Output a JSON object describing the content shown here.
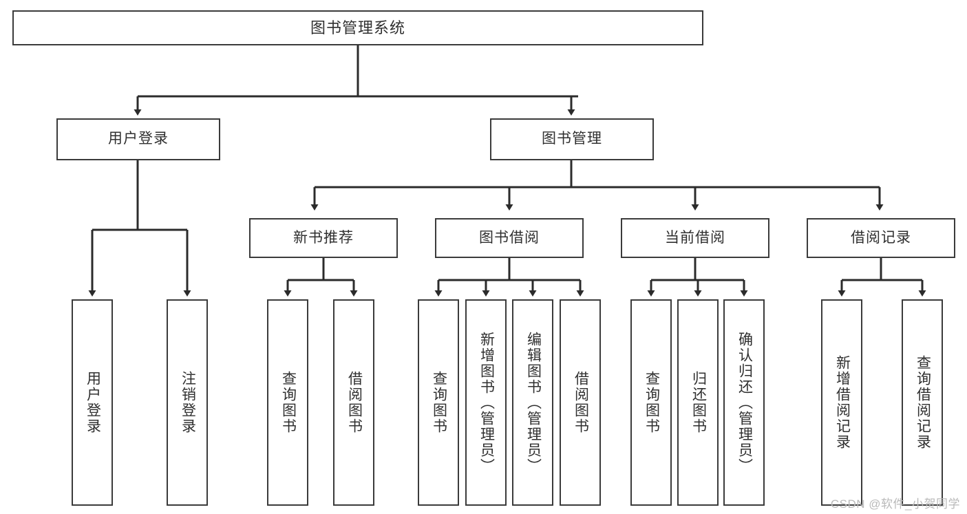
{
  "diagram": {
    "title": "图书管理系统",
    "type": "tree-hierarchy-chart",
    "watermark": "CSDN @软件_小贺同学",
    "colors": {
      "background": "#ffffff",
      "border": "#3a3a3a",
      "text": "#2f2f2f",
      "connector": "#2b2b2b",
      "watermark": "#b9b9b9"
    },
    "root": {
      "label": "图书管理系统"
    },
    "level1": [
      {
        "id": "user-login",
        "label": "用户登录"
      },
      {
        "id": "book-management",
        "label": "图书管理"
      }
    ],
    "level2": [
      {
        "id": "new-book-recommend",
        "label": "新书推荐",
        "parent": "book-management"
      },
      {
        "id": "book-borrow",
        "label": "图书借阅",
        "parent": "book-management"
      },
      {
        "id": "current-borrow",
        "label": "当前借阅",
        "parent": "book-management"
      },
      {
        "id": "borrow-record",
        "label": "借阅记录",
        "parent": "book-management"
      }
    ],
    "leaves": {
      "user-login": [
        {
          "id": "leaf-user-login",
          "label": "用户登录"
        },
        {
          "id": "leaf-user-logout",
          "label": "注销登录"
        }
      ],
      "new-book-recommend": [
        {
          "id": "leaf-query-book-1",
          "label": "查询图书"
        },
        {
          "id": "leaf-borrow-book-1",
          "label": "借阅图书"
        }
      ],
      "book-borrow": [
        {
          "id": "leaf-query-book-2",
          "label": "查询图书"
        },
        {
          "id": "leaf-add-book",
          "label": "新增图书（管理员）"
        },
        {
          "id": "leaf-edit-book",
          "label": "编辑图书（管理员）"
        },
        {
          "id": "leaf-borrow-book-2",
          "label": "借阅图书"
        }
      ],
      "current-borrow": [
        {
          "id": "leaf-query-book-3",
          "label": "查询图书"
        },
        {
          "id": "leaf-return-book",
          "label": "归还图书"
        },
        {
          "id": "leaf-confirm-return",
          "label": "确认归还（管理员）"
        }
      ],
      "borrow-record": [
        {
          "id": "leaf-add-record",
          "label": "新增借阅记录"
        },
        {
          "id": "leaf-query-record",
          "label": "查询借阅记录"
        }
      ]
    }
  }
}
